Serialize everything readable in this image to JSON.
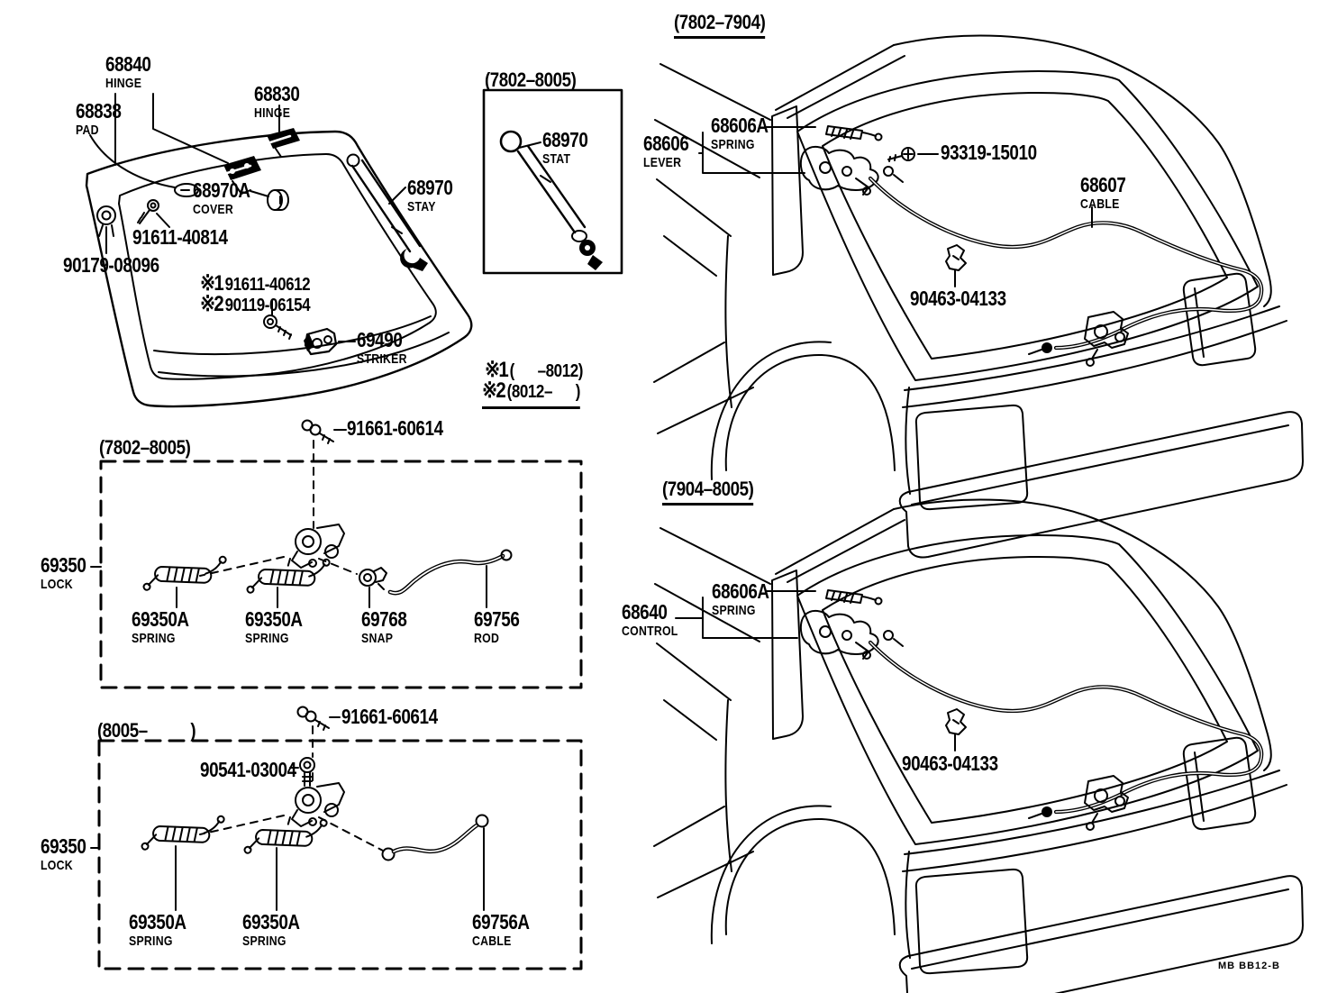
{
  "door": {
    "parts": {
      "hinge_upper": {
        "number": "68840",
        "name": "HINGE"
      },
      "pad": {
        "number": "68838",
        "name": "PAD"
      },
      "hinge_lower": {
        "number": "68830",
        "name": "HINGE"
      },
      "cover": {
        "number": "68970A",
        "name": "COVER"
      },
      "stay": {
        "number": "68970",
        "name": "STAY"
      },
      "screw_hinge": {
        "number": "91611-40814"
      },
      "grommet": {
        "number": "90179-08096"
      },
      "striker": {
        "number": "69490",
        "name": "STRIKER"
      }
    },
    "alt_bolts": [
      {
        "marker": "※1",
        "number": "91611-40612"
      },
      {
        "marker": "※2",
        "number": "90119-06154"
      }
    ]
  },
  "stay_box": {
    "header": "(7802–8005)",
    "part": {
      "number": "68970",
      "name": "STAT"
    }
  },
  "notes": [
    {
      "marker": "※1",
      "text": "(      –8012)"
    },
    {
      "marker": "※2",
      "text": "(8012–      )"
    }
  ],
  "car1": {
    "header": "(7802–7904)",
    "parts": {
      "spring": {
        "number": "68606A",
        "name": "SPRING"
      },
      "lever": {
        "number": "68606",
        "name": "LEVER"
      },
      "screw": {
        "number": "93319-15010"
      },
      "cable": {
        "number": "68607",
        "name": "CABLE"
      },
      "clamp": {
        "number": "90463-04133"
      }
    }
  },
  "lock_box_1": {
    "header": "(7802–8005)",
    "bolt": {
      "number": "91661-60614"
    },
    "lock": {
      "number": "69350",
      "name": "LOCK"
    },
    "spring1": {
      "number": "69350A",
      "name": "SPRING"
    },
    "spring2": {
      "number": "69350A",
      "name": "SPRING"
    },
    "snap": {
      "number": "69768",
      "name": "SNAP"
    },
    "rod": {
      "number": "69756",
      "name": "ROD"
    }
  },
  "lock_box_2": {
    "header": "(8005–          )",
    "bolt": {
      "number": "91661-60614"
    },
    "screw": {
      "number": "90541-03004"
    },
    "lock": {
      "number": "69350",
      "name": "LOCK"
    },
    "spring1": {
      "number": "69350A",
      "name": "SPRING"
    },
    "spring2": {
      "number": "69350A",
      "name": "SPRING"
    },
    "cable": {
      "number": "69756A",
      "name": "CABLE"
    }
  },
  "car2": {
    "header": "(7904–8005)",
    "parts": {
      "spring": {
        "number": "68606A",
        "name": "SPRING"
      },
      "control": {
        "number": "68640",
        "name": "CONTROL"
      },
      "clamp": {
        "number": "90463-04133"
      }
    }
  },
  "footer": {
    "code": "MB BB12-B"
  }
}
